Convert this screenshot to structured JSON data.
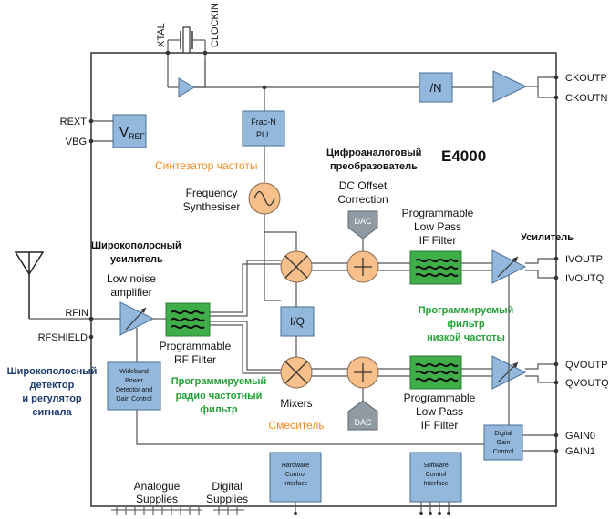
{
  "chip": {
    "name": "E4000"
  },
  "pins": {
    "xtal": "XTAL",
    "clockin": "CLOCKIN",
    "rext": "REXT",
    "vbg": "VBG",
    "rfin": "RFIN",
    "rfshield": "RFSHIELD",
    "ckoutp": "CKOUTP",
    "ckoutn": "CKOUTN",
    "ivoutp": "IVOUTP",
    "ivoutq": "IVOUTQ",
    "qvoutp": "QVOUTP",
    "qvoutq": "QVOUTQ",
    "gain0": "GAIN0",
    "gain1": "GAIN1"
  },
  "blocks": {
    "vref_main": "V",
    "vref_sub": "REF",
    "fracn_l1": "Frac-N",
    "fracn_l2": "PLL",
    "divn": "/N",
    "iq": "I/Q",
    "dac": "DAC",
    "freq_synth_l1": "Frequency",
    "freq_synth_l2": "Synthesiser",
    "dc_offset_l1": "DC Offset",
    "dc_offset_l2": "Correction",
    "lpf_l1": "Programmable",
    "lpf_l2": "Low Pass",
    "lpf_l3": "IF Filter",
    "lna_l1": "Low noise",
    "lna_l2": "amplifier",
    "rf_l1": "Programmable",
    "rf_l2": "RF Filter",
    "mixers": "Mixers",
    "wb_l1": "Wideband",
    "wb_l2": "Power",
    "wb_l3": "Detector and",
    "wb_l4": "Gain Control",
    "hw_l1": "Hardware",
    "hw_l2": "Control",
    "hw_l3": "Interface",
    "sw_l1": "Software",
    "sw_l2": "Control",
    "sw_l3": "Interface",
    "dg_l1": "Digital",
    "dg_l2": "Gain",
    "dg_l3": "Control",
    "analogue_l1": "Analogue",
    "analogue_l2": "Supplies",
    "digital_l1": "Digital",
    "digital_l2": "Supplies"
  },
  "annotations": {
    "synth_ru": "Синтезатор частоты",
    "dac_ru_l1": "Цифроаналоговый",
    "dac_ru_l2": "преобразователь",
    "wideband_amp_l1": "Широкополосный",
    "wideband_amp_l2": "усилитель",
    "amp_ru": "Усилитель",
    "lpf_ru_l1": "Программируемый",
    "lpf_ru_l2": "фильтр",
    "lpf_ru_l3": "низкой частоты",
    "rf_ru_l1": "Программируемый",
    "rf_ru_l2": "радио частотный",
    "rf_ru_l3": "фильтр",
    "mixer_ru": "Смеситель",
    "detector_ru_l1": "Широкополосный",
    "detector_ru_l2": "детектор",
    "detector_ru_l3": "и регулятор",
    "detector_ru_l4": "сигнала"
  },
  "colors": {
    "block": "#94b8dc",
    "filter": "#3fae49",
    "mixer": "#f7bf8a",
    "dac": "#8f9aa3",
    "ru_orange": "#f08a1f",
    "ru_green": "#22a033",
    "ru_blue": "#1c3b6e"
  }
}
